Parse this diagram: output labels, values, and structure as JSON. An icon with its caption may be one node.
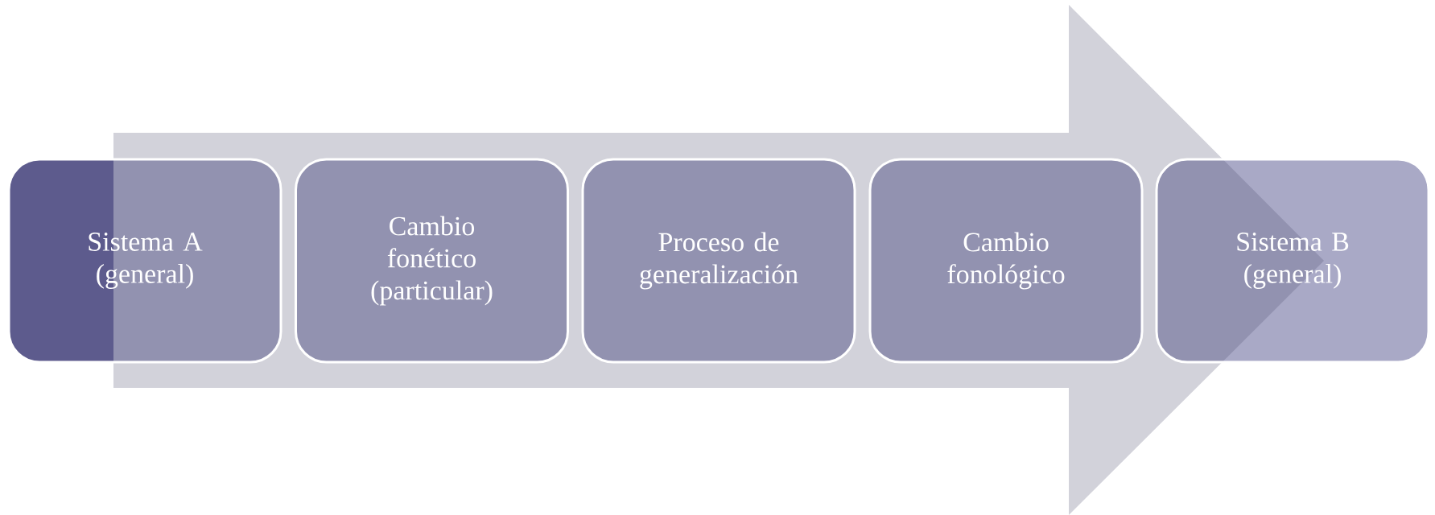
{
  "diagram": {
    "nodes": [
      {
        "text": [
          "Sistema A (general)"
        ]
      },
      {
        "text": [
          "Cambio fonético (particular)"
        ]
      },
      {
        "text": [
          "Proceso de generalización"
        ]
      },
      {
        "text": [
          "Cambio fonológico"
        ]
      },
      {
        "text": [
          "Sistema B (general)"
        ]
      }
    ]
  }
}
